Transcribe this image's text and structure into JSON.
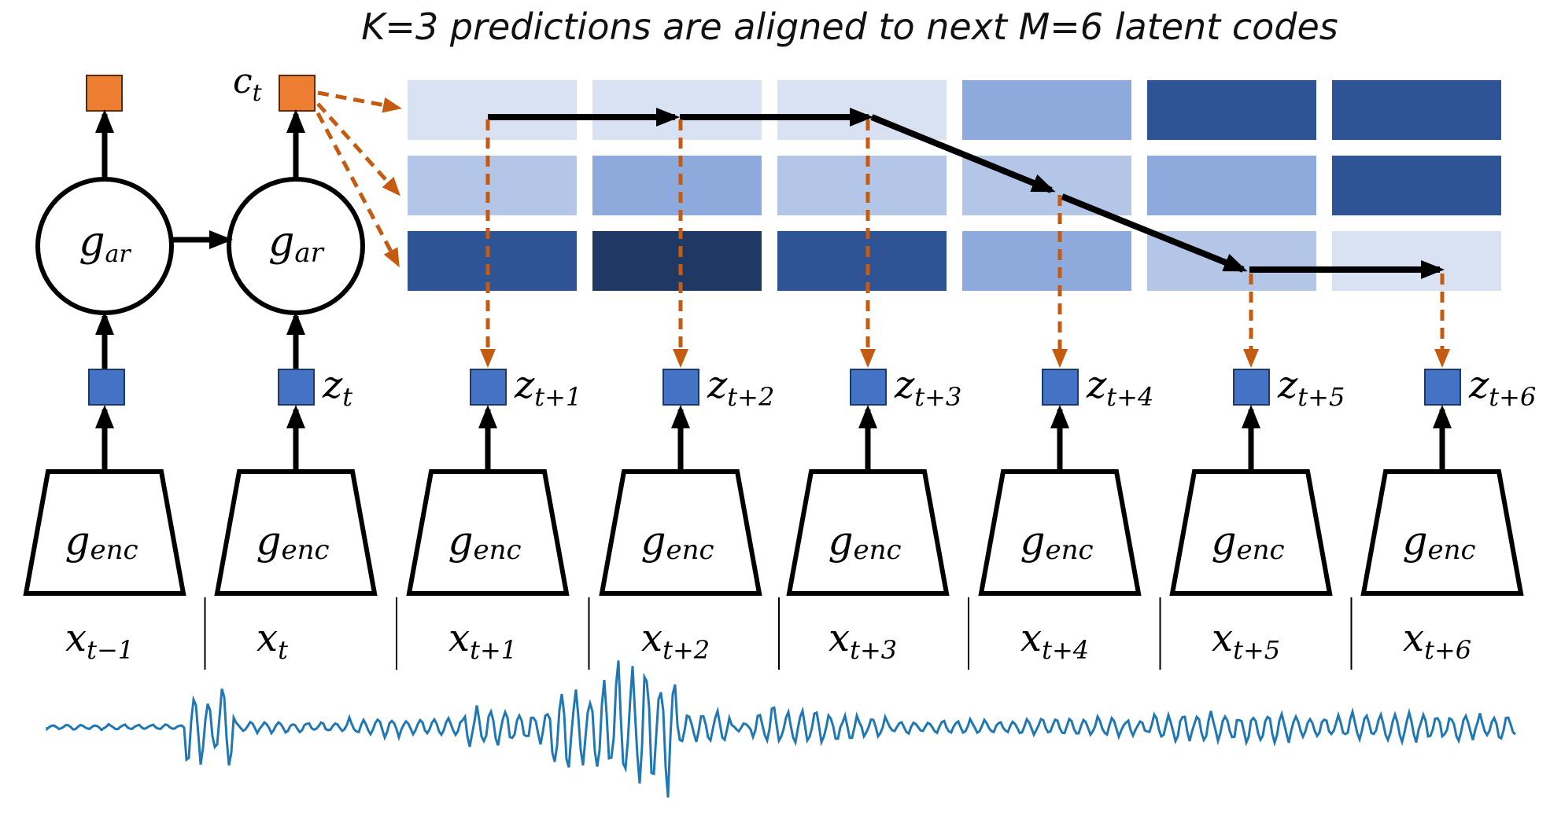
{
  "title": "K=3 predictions are aligned to next M=6 latent codes",
  "context_label": {
    "base": "c",
    "sub": "t"
  },
  "ar_label": {
    "base": "g",
    "sub": "ar"
  },
  "enc_label": {
    "base": "g",
    "sub": "enc"
  },
  "z_labels": [
    {
      "base": "z",
      "sub": "t"
    },
    {
      "base": "z",
      "sub": "t+1"
    },
    {
      "base": "z",
      "sub": "t+2"
    },
    {
      "base": "z",
      "sub": "t+3"
    },
    {
      "base": "z",
      "sub": "t+4"
    },
    {
      "base": "z",
      "sub": "t+5"
    },
    {
      "base": "z",
      "sub": "t+6"
    }
  ],
  "x_labels": [
    {
      "base": "x",
      "sub": "t−1"
    },
    {
      "base": "x",
      "sub": "t"
    },
    {
      "base": "x",
      "sub": "t+1"
    },
    {
      "base": "x",
      "sub": "t+2"
    },
    {
      "base": "x",
      "sub": "t+3"
    },
    {
      "base": "x",
      "sub": "t+4"
    },
    {
      "base": "x",
      "sub": "t+5"
    },
    {
      "base": "x",
      "sub": "t+6"
    }
  ],
  "prediction_grid": [
    [
      "#d8e2f2",
      "#d8e2f2",
      "#d8e2f2",
      "#8eaadc",
      "#2f5496",
      "#2f5496"
    ],
    [
      "#b4c6e7",
      "#8eaadc",
      "#b4c6e7",
      "#b4c6e7",
      "#8eaadc",
      "#2f5496"
    ],
    [
      "#2f5496",
      "#203864",
      "#2f5496",
      "#8eaadc",
      "#b4c6e7",
      "#d8e2f2"
    ]
  ],
  "colors": {
    "context": "#ed7d31",
    "latent": "#4472c4",
    "prediction_arrow": "#c55a11",
    "waveform": "#1f77b4",
    "ink": "#000000"
  }
}
